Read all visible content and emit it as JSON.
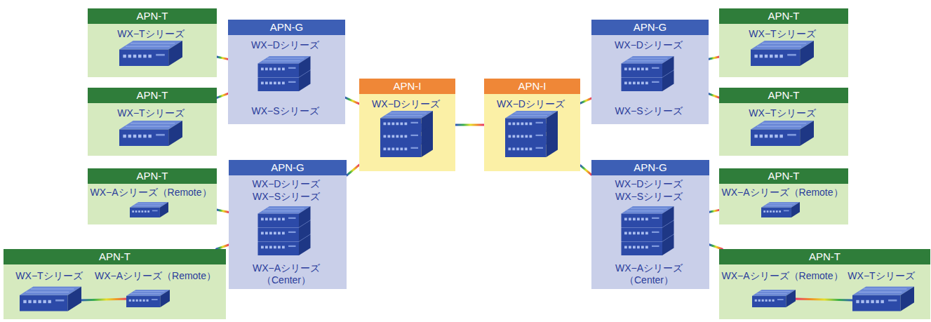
{
  "diagram": {
    "nodes": [
      {
        "text": [
          "APN-T",
          "WX−Tシリーズ"
        ]
      },
      {
        "text": [
          "APN-T",
          "WX−Tシリーズ"
        ]
      },
      {
        "text": [
          "APN-G",
          "WX−Dシリーズ",
          "WX−Sシリーズ"
        ]
      },
      {
        "text": [
          "APN-T",
          "WX−Aシリーズ（Remote）"
        ]
      },
      {
        "text": [
          "APN-T",
          "WX−Tシリーズ",
          "WX−Aシリーズ（Remote）"
        ]
      },
      {
        "text": [
          "APN-G",
          "WX−Dシリーズ",
          "WX−Sシリーズ",
          "WX−Aシリーズ （Center）"
        ]
      },
      {
        "text": [
          "APN-I",
          "WX−Dシリーズ"
        ]
      },
      {
        "text": [
          "APN-I",
          "WX−Dシリーズ"
        ]
      },
      {
        "text": [
          "APN-G",
          "WX−Dシリーズ",
          "WX−Sシリーズ"
        ]
      },
      {
        "text": [
          "APN-T",
          "WX−Tシリーズ"
        ]
      },
      {
        "text": [
          "APN-T",
          "WX−Tシリーズ"
        ]
      },
      {
        "text": [
          "APN-G",
          "WX−Dシリーズ",
          "WX−Sシリーズ",
          "WX−Aシリーズ （Center）"
        ]
      },
      {
        "text": [
          "APN-T",
          "WX−Aシリーズ（Remote）"
        ]
      },
      {
        "text": [
          "APN-T",
          "WX−Aシリーズ（Remote）",
          "WX−Tシリーズ"
        ]
      }
    ],
    "edges": [
      {
        "from": 0,
        "to": 2,
        "arrow": "none"
      },
      {
        "from": 1,
        "to": 2,
        "arrow": "none"
      },
      {
        "from": 2,
        "to": 6,
        "arrow": "none"
      },
      {
        "from": 3,
        "to": 5,
        "arrow": "none"
      },
      {
        "from": 4,
        "to": 5,
        "arrow": "none"
      },
      {
        "from": 5,
        "to": 6,
        "arrow": "none"
      },
      {
        "from": 6,
        "to": 7,
        "arrow": "none"
      },
      {
        "from": 7,
        "to": 8,
        "arrow": "none"
      },
      {
        "from": 7,
        "to": 11,
        "arrow": "none"
      },
      {
        "from": 8,
        "to": 9,
        "arrow": "none"
      },
      {
        "from": 8,
        "to": 10,
        "arrow": "none"
      },
      {
        "from": 11,
        "to": 12,
        "arrow": "none"
      },
      {
        "from": 11,
        "to": 13,
        "arrow": "none"
      }
    ]
  }
}
